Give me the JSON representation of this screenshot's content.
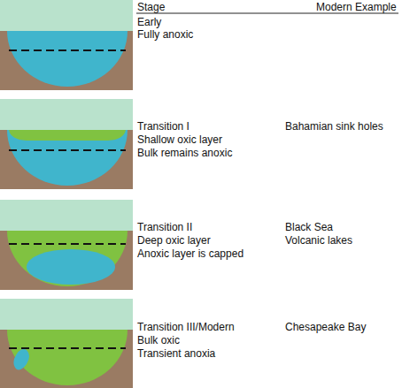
{
  "diagram": {
    "labels": [
      "Stage",
      "Modern Example",
      "Early",
      "Fully anoxic",
      "Transition I",
      "Shallow oxic layer",
      "Bulk remains anoxic",
      "Bahamian sink holes",
      "Transition II",
      "Deep oxic layer",
      "Anoxic layer is capped",
      "Black Sea",
      "Volcanic lakes",
      "Transition III/Modern",
      "Bulk oxic",
      "Transient anoxia",
      "Chesapeake Bay"
    ]
  }
}
